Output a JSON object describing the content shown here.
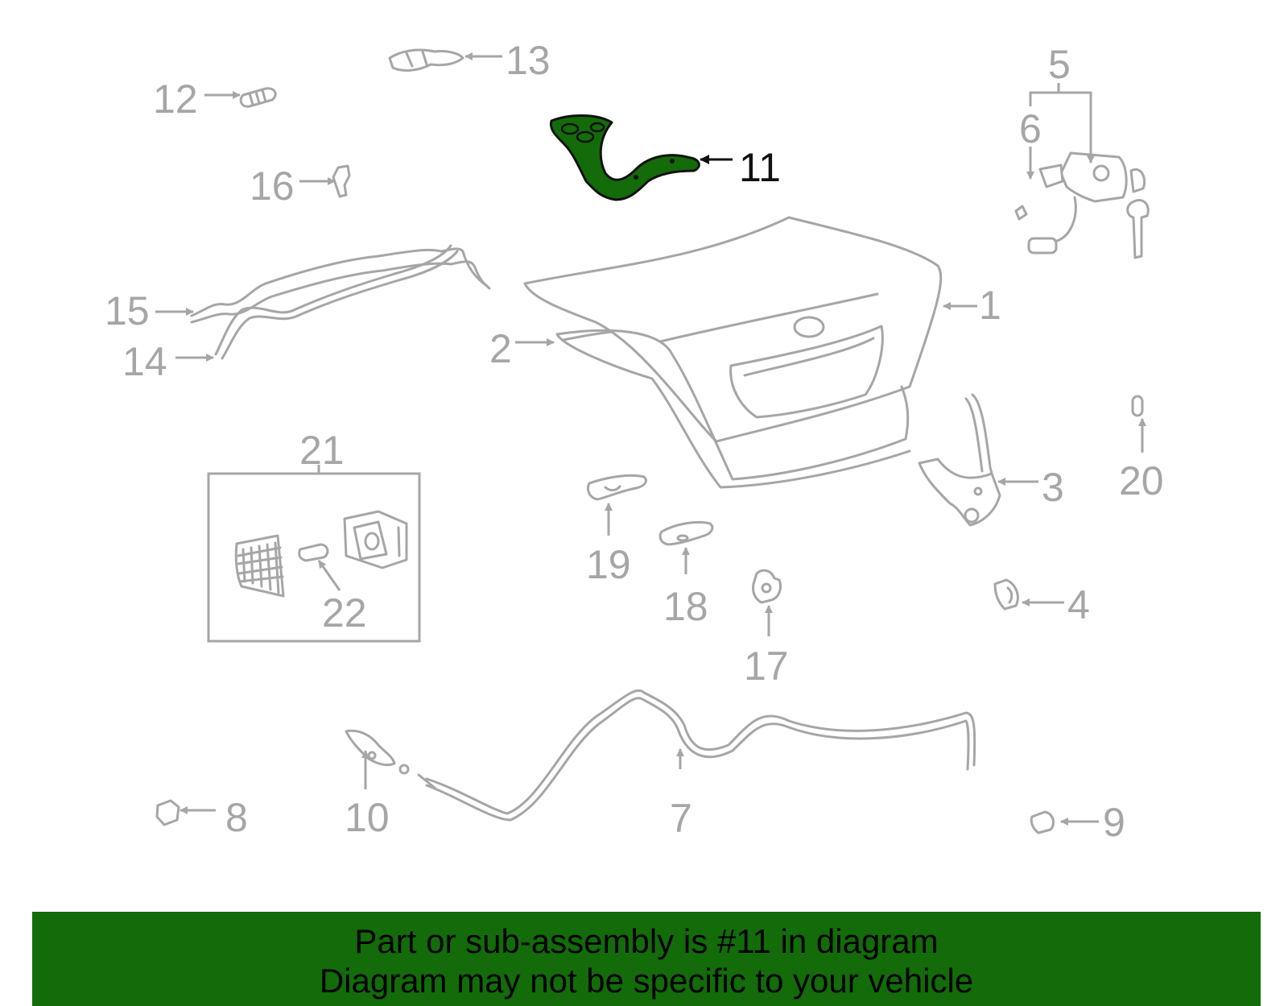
{
  "highlight_color": "#136b0a",
  "callouts": [
    {
      "id": "1",
      "label": "1"
    },
    {
      "id": "2",
      "label": "2"
    },
    {
      "id": "3",
      "label": "3"
    },
    {
      "id": "4",
      "label": "4"
    },
    {
      "id": "5",
      "label": "5"
    },
    {
      "id": "6",
      "label": "6"
    },
    {
      "id": "7",
      "label": "7"
    },
    {
      "id": "8",
      "label": "8"
    },
    {
      "id": "9",
      "label": "9"
    },
    {
      "id": "10",
      "label": "10"
    },
    {
      "id": "11",
      "label": "11",
      "highlighted": true
    },
    {
      "id": "12",
      "label": "12"
    },
    {
      "id": "13",
      "label": "13"
    },
    {
      "id": "14",
      "label": "14"
    },
    {
      "id": "15",
      "label": "15"
    },
    {
      "id": "16",
      "label": "16"
    },
    {
      "id": "17",
      "label": "17"
    },
    {
      "id": "18",
      "label": "18"
    },
    {
      "id": "19",
      "label": "19"
    },
    {
      "id": "20",
      "label": "20"
    },
    {
      "id": "21",
      "label": "21"
    },
    {
      "id": "22",
      "label": "22"
    }
  ],
  "banner": {
    "line1": "Part or sub-assembly is #11 in diagram",
    "line2": "Diagram may not be specific to your vehicle"
  }
}
